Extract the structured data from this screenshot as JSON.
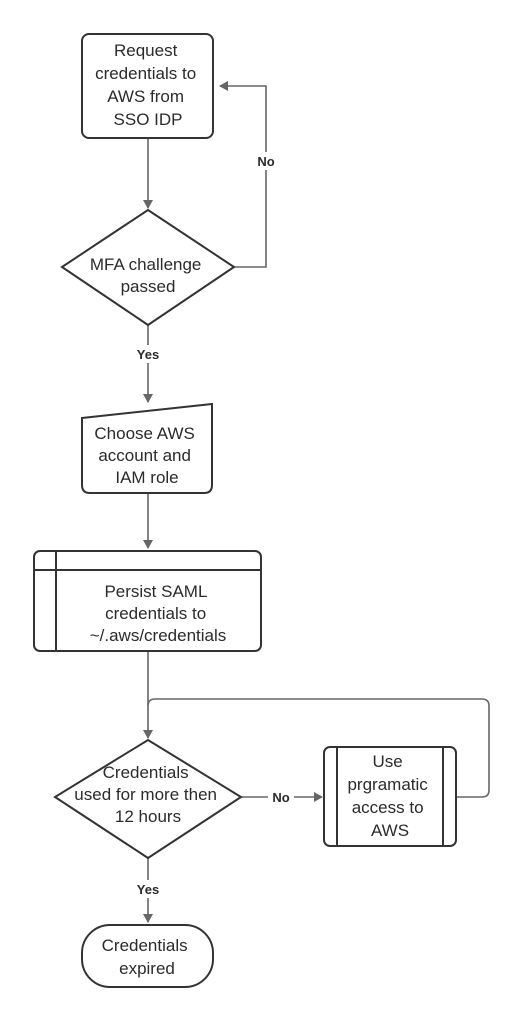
{
  "colors": {
    "node_fill": "#ffffff",
    "node_stroke": "#333333",
    "edge_stroke": "#666666",
    "text": "#2b2b2b"
  },
  "nodes": {
    "request": {
      "shape": "rounded-rectangle",
      "lines": [
        "Request",
        "credentials to",
        "AWS from",
        "SSO IDP"
      ]
    },
    "mfa": {
      "shape": "diamond",
      "lines": [
        "MFA challenge",
        "passed"
      ]
    },
    "choose": {
      "shape": "manual-input",
      "lines": [
        "Choose AWS",
        "account and",
        "IAM role"
      ]
    },
    "persist": {
      "shape": "internal-storage",
      "lines": [
        "Persist SAML",
        "credentials to",
        "~/.aws/credentials"
      ]
    },
    "used": {
      "shape": "diamond",
      "lines": [
        "Credentials",
        "used for more then",
        "12 hours"
      ]
    },
    "use_access": {
      "shape": "predefined-process",
      "lines": [
        "Use",
        "prgramatic",
        "access to",
        "AWS"
      ]
    },
    "expired": {
      "shape": "terminator",
      "lines": [
        "Credentials",
        "expired"
      ]
    }
  },
  "edges": {
    "mfa_no": "No",
    "mfa_yes": "Yes",
    "used_no": "No",
    "used_yes": "Yes"
  }
}
